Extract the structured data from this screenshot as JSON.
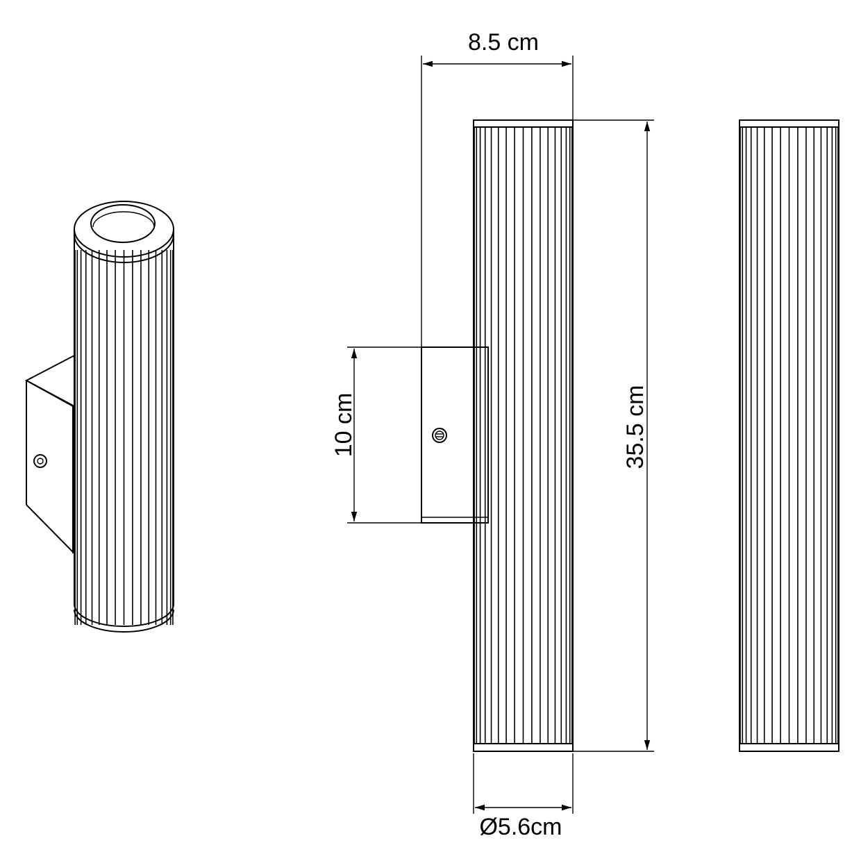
{
  "dimensions": {
    "width_label": "8.5 cm",
    "height_label": "35.5 cm",
    "bracket_label": "10 cm",
    "diameter_label": "Ø5.6cm"
  },
  "colors": {
    "line": "#000000",
    "background": "#ffffff"
  }
}
